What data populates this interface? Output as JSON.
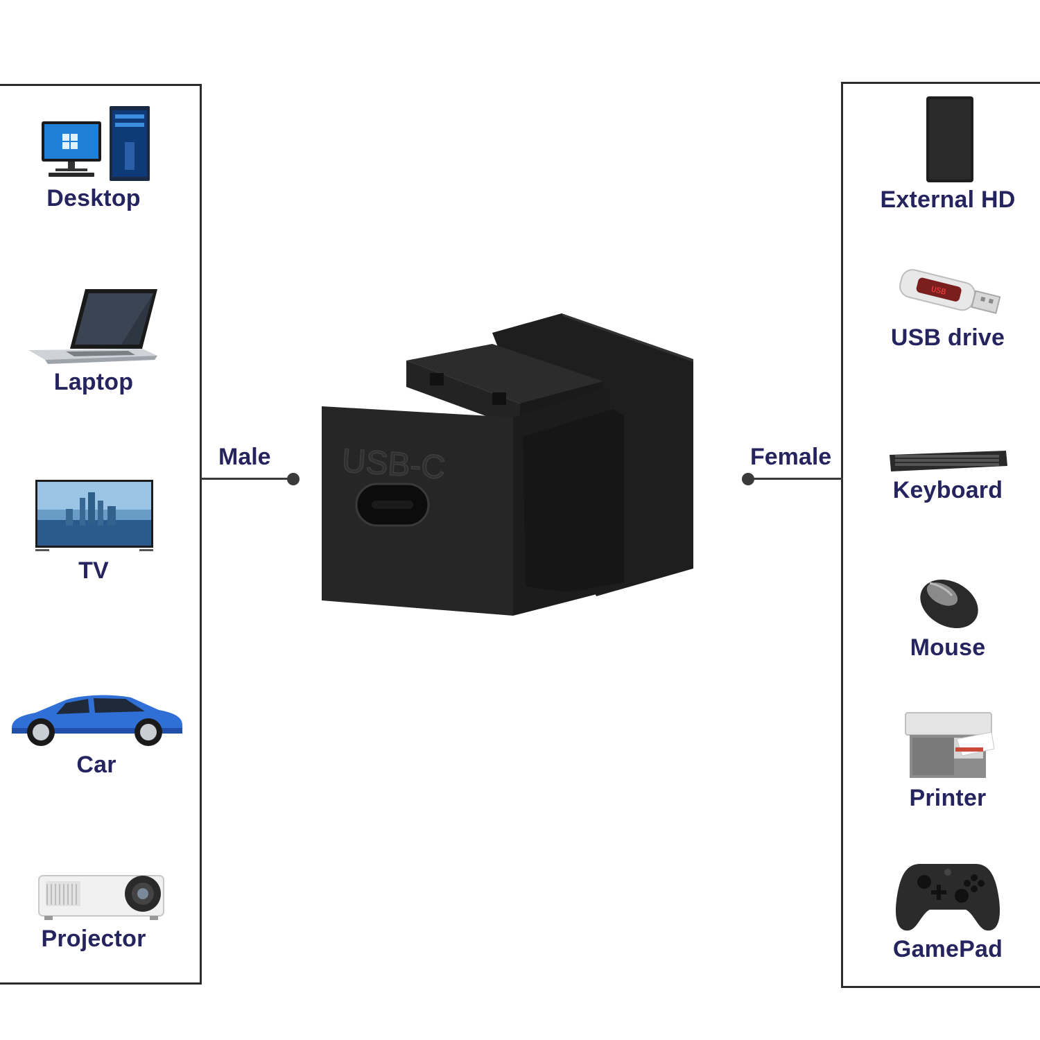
{
  "left_panel": {
    "devices": [
      {
        "label": "Desktop",
        "icon": "desktop-computer-icon"
      },
      {
        "label": "Laptop",
        "icon": "laptop-icon"
      },
      {
        "label": "TV",
        "icon": "tv-icon"
      },
      {
        "label": "Car",
        "icon": "car-icon"
      },
      {
        "label": "Projector",
        "icon": "projector-icon"
      }
    ]
  },
  "right_panel": {
    "devices": [
      {
        "label": "External HD",
        "icon": "external-hard-drive-icon"
      },
      {
        "label": "USB drive",
        "icon": "usb-drive-icon"
      },
      {
        "label": "Keyboard",
        "icon": "keyboard-icon"
      },
      {
        "label": "Mouse",
        "icon": "mouse-icon"
      },
      {
        "label": "Printer",
        "icon": "printer-icon"
      },
      {
        "label": "GamePad",
        "icon": "gamepad-icon"
      }
    ]
  },
  "connectors": {
    "male_label": "Male",
    "female_label": "Female"
  },
  "adapter": {
    "port_text": "USB-C",
    "icon": "usb-c-keystone-coupler-icon"
  },
  "colors": {
    "label": "#26245e",
    "line": "#3a3a3a"
  }
}
